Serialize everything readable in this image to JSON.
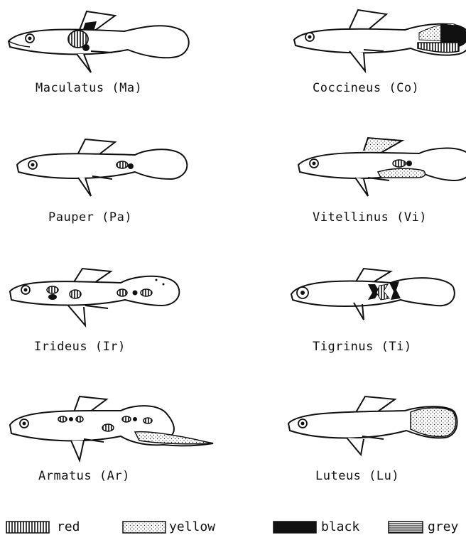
{
  "patterns": [
    {
      "id": "ma",
      "label": "Maculatus (Ma)"
    },
    {
      "id": "co",
      "label": "Coccineus (Co)"
    },
    {
      "id": "pa",
      "label": "Pauper (Pa)"
    },
    {
      "id": "vi",
      "label": "Vitellinus (Vi)"
    },
    {
      "id": "ir",
      "label": "Irideus (Ir)"
    },
    {
      "id": "ti",
      "label": "Tigrinus (Ti)"
    },
    {
      "id": "ar",
      "label": "Armatus (Ar)"
    },
    {
      "id": "lu",
      "label": "Luteus (Lu)"
    }
  ],
  "legend": [
    {
      "fill": "red",
      "label": "red"
    },
    {
      "fill": "yellow",
      "label": "yellow"
    },
    {
      "fill": "black",
      "label": "black"
    },
    {
      "fill": "grey",
      "label": "grey"
    }
  ]
}
